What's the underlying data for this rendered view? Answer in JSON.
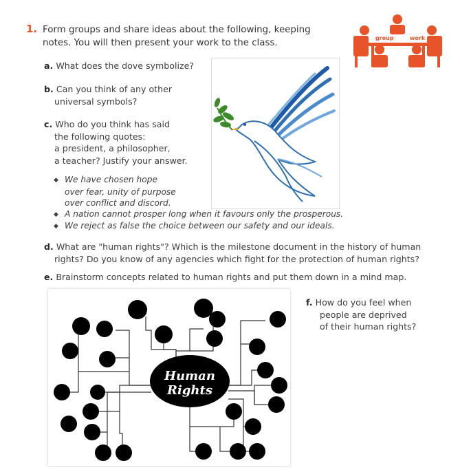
{
  "exercise": {
    "number": "1.",
    "instruction_line1": "Form groups and share ideas about the following, keeping",
    "instruction_line2": "notes. You will then present your work to the class."
  },
  "group_work_icon": {
    "label_left": "group",
    "label_right": "work",
    "color": "#e8542a"
  },
  "items": {
    "a": {
      "letter": "a.",
      "text": "What does the dove symbolize?"
    },
    "b": {
      "letter": "b.",
      "line1": "Can you think of any other",
      "line2": "universal symbols?"
    },
    "c": {
      "letter": "c.",
      "line1": "Who do you think has said",
      "line2": "the following quotes:",
      "line3": "a president, a philosopher,",
      "line4": "a teacher? Justify your answer."
    },
    "quotes": {
      "q1_line1": "We have chosen hope",
      "q1_line2": "over fear, unity of purpose",
      "q1_line3": "over conflict and discord.",
      "q2": "A nation cannot prosper long when it favours only the prosperous.",
      "q3": "We reject as false the choice between our safety and our ideals."
    },
    "d": {
      "letter": "d.",
      "line1": "What are \"human rights\"? Which is the milestone document in the history of human",
      "line2": "rights? Do you know of any agencies which fight for the protection of human rights?"
    },
    "e": {
      "letter": "e.",
      "text": "Brainstorm concepts related to human rights and put them down in a mind map."
    },
    "f": {
      "letter": "f.",
      "line1": "How do you feel when",
      "line2": "people are deprived",
      "line3": "of their human rights?"
    }
  },
  "mind_map": {
    "center_line1": "Human",
    "center_line2": "Rights"
  },
  "colors": {
    "accent": "#e8542a",
    "dove_blue": "#2f6fb5",
    "olive_green": "#3d8a2a"
  }
}
